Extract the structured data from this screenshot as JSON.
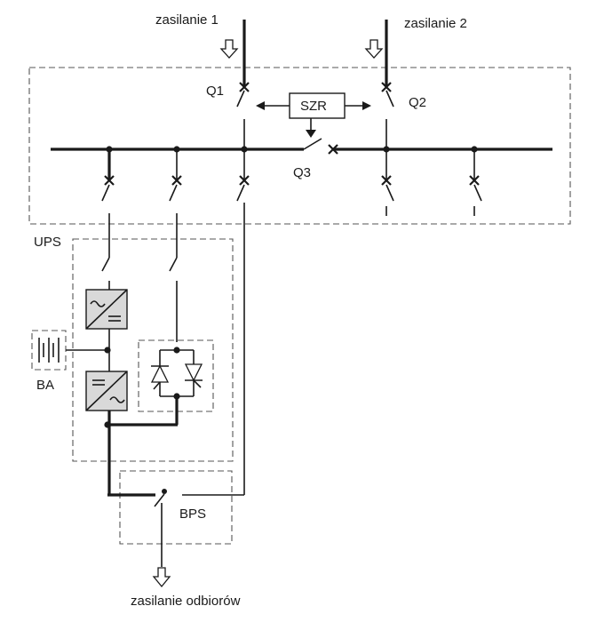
{
  "labels": {
    "supply1": "zasilanie 1",
    "supply2": "zasilanie 2",
    "q1": "Q1",
    "q2": "Q2",
    "q3": "Q3",
    "szr": "SZR",
    "ups": "UPS",
    "ba": "BA",
    "bps": "BPS",
    "load": "zasilanie odbiorów"
  },
  "icons": {
    "input_arrow": "hollow-down-arrow-icon",
    "breaker": "x-breaker-icon",
    "rectifier": "ac-dc-converter-icon",
    "inverter": "dc-ac-converter-icon",
    "static_switch": "thyristor-pair-icon",
    "battery": "battery-icon"
  },
  "colors": {
    "line": "#1a1a1a",
    "dashed_frame": "#555555",
    "converter_fill": "#d9d9d9"
  }
}
